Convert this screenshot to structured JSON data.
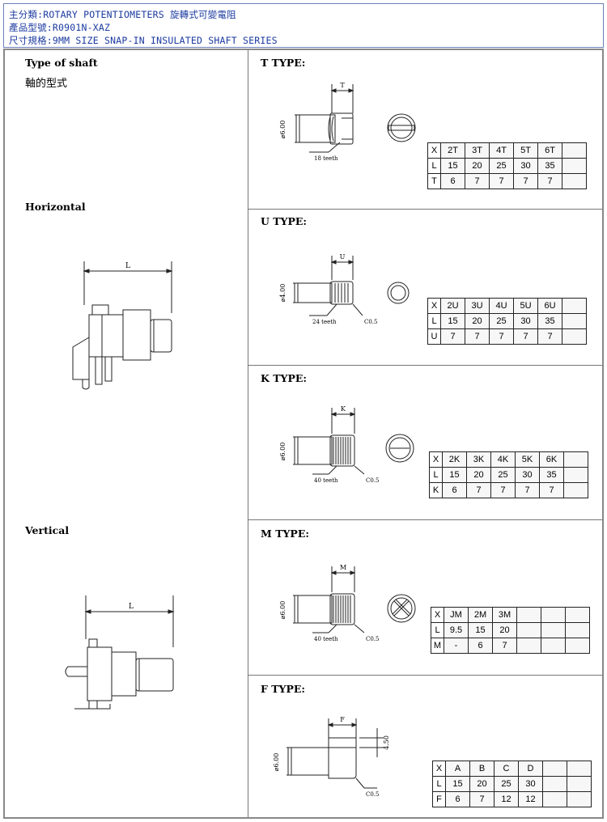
{
  "header": {
    "line1": "主分類:ROTARY POTENTIOMETERS 旋轉式可變電阻",
    "line2": "產品型號:R0901N-XAZ",
    "line3": "尺寸規格:9MM SIZE SNAP-IN INSULATED SHAFT SERIES"
  },
  "left": {
    "shaft_title": "Type of shaft",
    "shaft_title_cn": "軸的型式",
    "horizontal": "Horizontal",
    "vertical": "Vertical",
    "dim_L": "L"
  },
  "sections": [
    {
      "title": "T TYPE:",
      "dim_top": "T",
      "dim_side": "⌀6.00",
      "teeth": "18 teeth",
      "chamfer": "",
      "rows": [
        {
          "h": "X",
          "cells": [
            "2T",
            "3T",
            "4T",
            "5T",
            "6T",
            ""
          ]
        },
        {
          "h": "L",
          "cells": [
            "15",
            "20",
            "25",
            "30",
            "35",
            ""
          ]
        },
        {
          "h": "T",
          "cells": [
            "6",
            "7",
            "7",
            "7",
            "7",
            ""
          ]
        }
      ]
    },
    {
      "title": "U TYPE:",
      "dim_top": "U",
      "dim_side": "⌀4.00",
      "teeth": "24 teeth",
      "chamfer": "C0.5",
      "rows": [
        {
          "h": "X",
          "cells": [
            "2U",
            "3U",
            "4U",
            "5U",
            "6U",
            ""
          ]
        },
        {
          "h": "L",
          "cells": [
            "15",
            "20",
            "25",
            "30",
            "35",
            ""
          ]
        },
        {
          "h": "U",
          "cells": [
            "7",
            "7",
            "7",
            "7",
            "7",
            ""
          ]
        }
      ]
    },
    {
      "title": "K TYPE:",
      "dim_top": "K",
      "dim_side": "⌀6.00",
      "teeth": "40 teeth",
      "chamfer": "C0.5",
      "rows": [
        {
          "h": "X",
          "cells": [
            "2K",
            "3K",
            "4K",
            "5K",
            "6K",
            ""
          ]
        },
        {
          "h": "L",
          "cells": [
            "15",
            "20",
            "25",
            "30",
            "35",
            ""
          ]
        },
        {
          "h": "K",
          "cells": [
            "6",
            "7",
            "7",
            "7",
            "7",
            ""
          ]
        }
      ]
    },
    {
      "title": "M TYPE:",
      "dim_top": "M",
      "dim_side": "⌀6.00",
      "teeth": "40 teeth",
      "chamfer": "C0.5",
      "rows": [
        {
          "h": "X",
          "cells": [
            "JM",
            "2M",
            "3M",
            "",
            "",
            ""
          ]
        },
        {
          "h": "L",
          "cells": [
            "9.5",
            "15",
            "20",
            "",
            "",
            ""
          ]
        },
        {
          "h": "M",
          "cells": [
            "-",
            "6",
            "7",
            "",
            "",
            ""
          ]
        }
      ]
    },
    {
      "title": "F TYPE:",
      "dim_top": "F",
      "dim_side": "⌀6.00",
      "dim_right": "4.50",
      "teeth": "",
      "chamfer": "C0.5",
      "rows": [
        {
          "h": "X",
          "cells": [
            "A",
            "B",
            "C",
            "D",
            "",
            ""
          ]
        },
        {
          "h": "L",
          "cells": [
            "15",
            "20",
            "25",
            "30",
            "",
            ""
          ]
        },
        {
          "h": "F",
          "cells": [
            "6",
            "7",
            "12",
            "12",
            "",
            ""
          ]
        }
      ]
    }
  ]
}
